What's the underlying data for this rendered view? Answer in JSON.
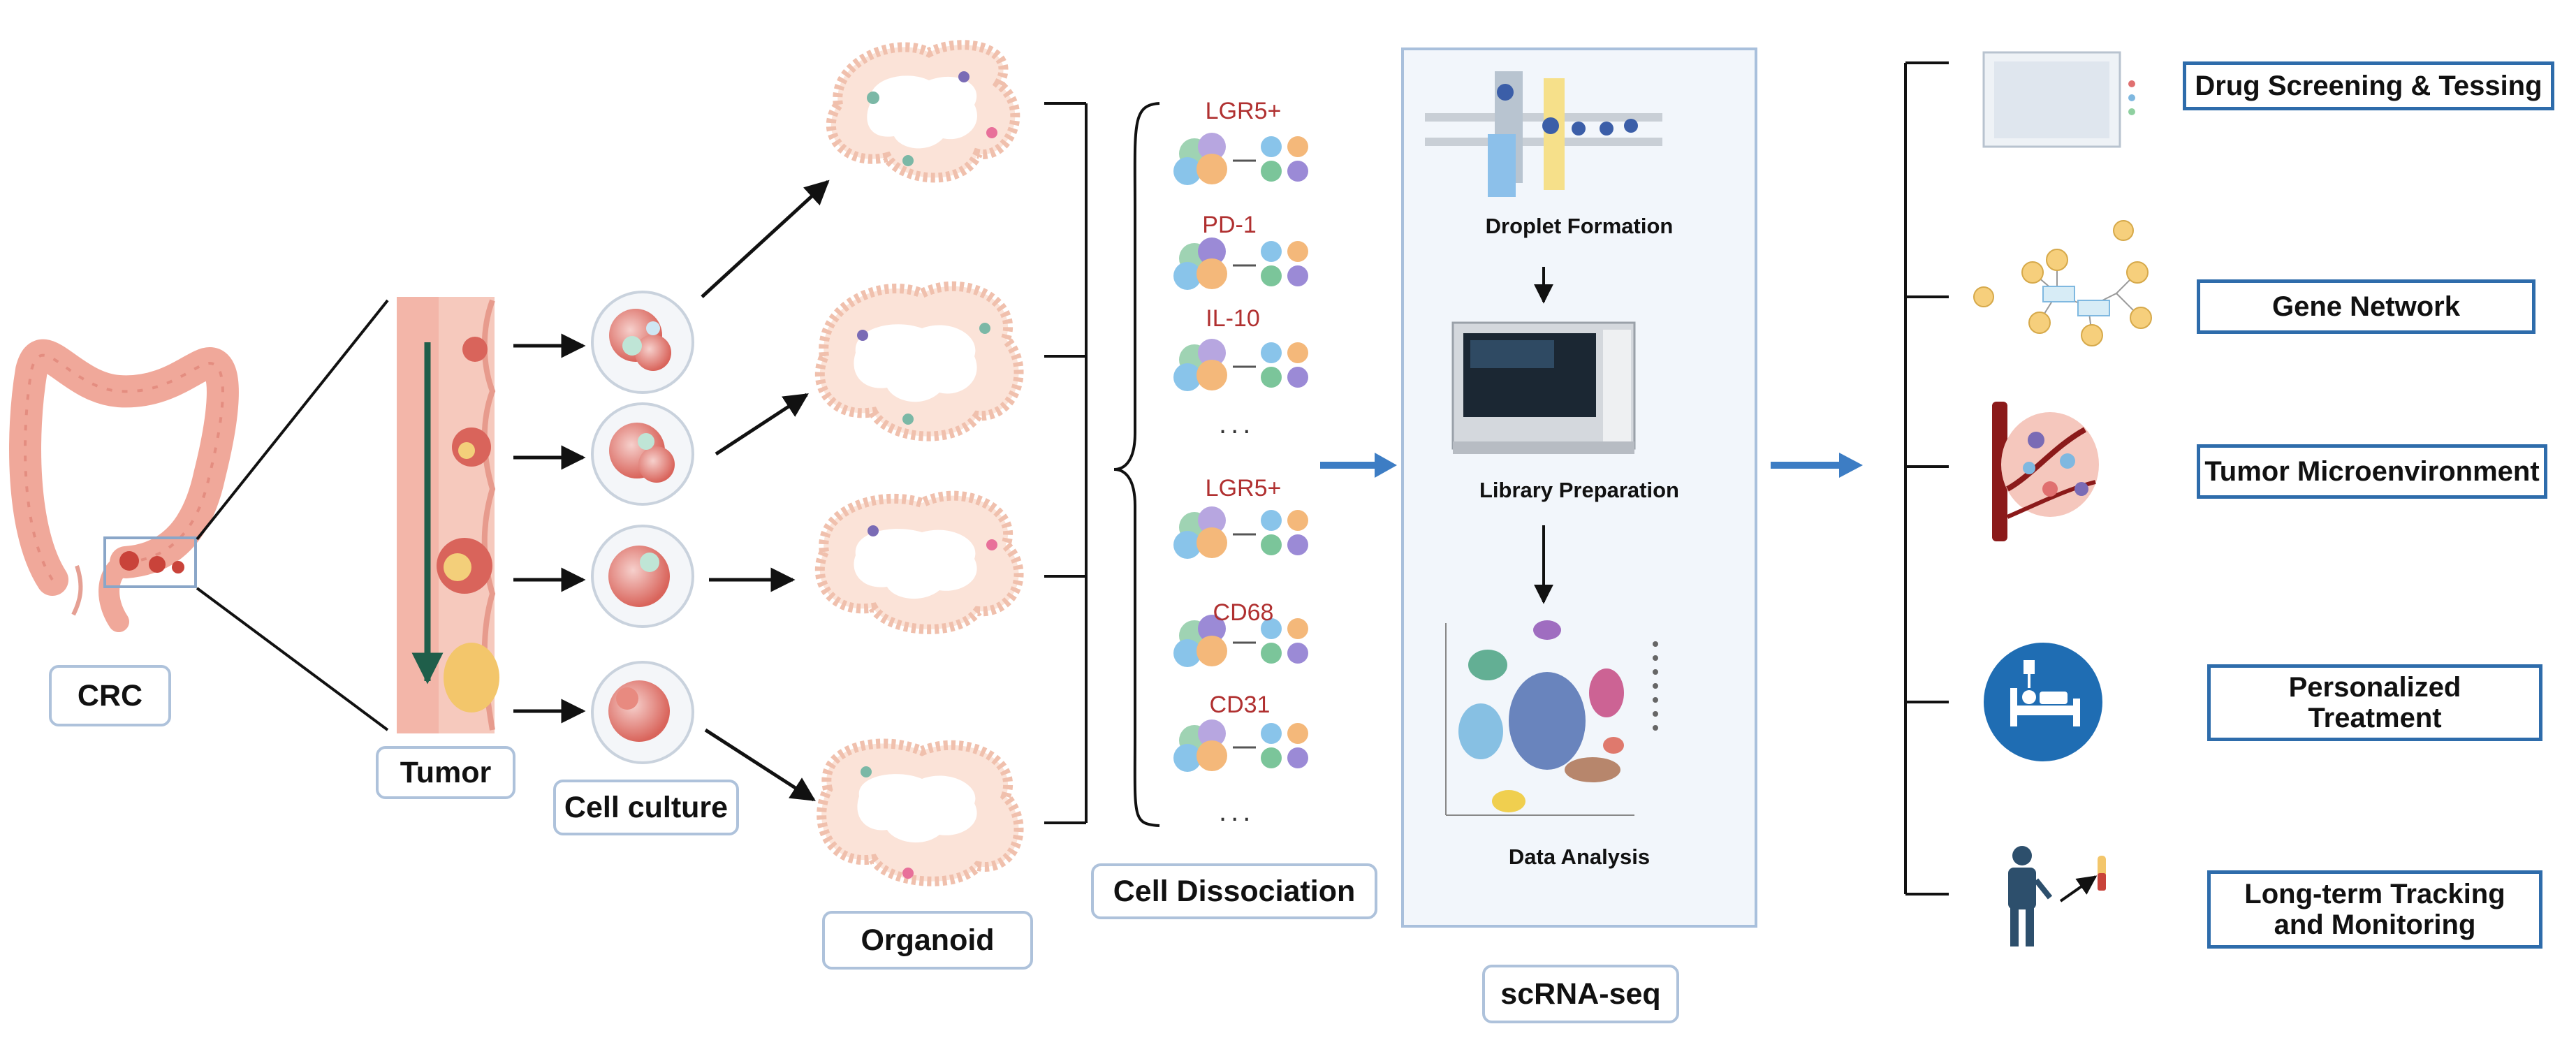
{
  "labels": {
    "crc": "CRC",
    "tumor": "Tumor",
    "cell_culture": "Cell culture",
    "organoid": "Organoid",
    "cell_dissociation": "Cell Dissociation",
    "scrna_seq": "scRNA-seq",
    "droplet_formation": "Droplet Formation",
    "library_preparation": "Library Preparation",
    "data_analysis": "Data Analysis"
  },
  "markers": [
    "LGR5+",
    "PD-1",
    "IL-10",
    "LGR5+",
    "CD68",
    "CD31"
  ],
  "ellipsis": "...",
  "applications": [
    "Drug Screening & Tessing",
    "Gene Network",
    "Tumor Microenvironment",
    "Personalized\nTreatment",
    "Long-term Tracking\nand Monitoring"
  ],
  "colors": {
    "label_border": "#aec2db",
    "app_border": "#2e6cab",
    "arrow_blue": "#3d7dc4",
    "colon": "#f0a89a",
    "tumor_red": "#c9433a",
    "marker_text": "#b03030",
    "icon_blue": "#1f6db3"
  }
}
